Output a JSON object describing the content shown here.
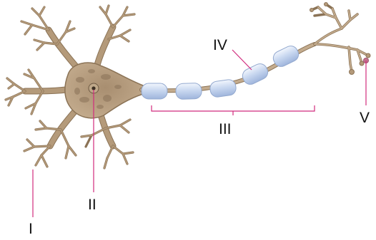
{
  "labels": {
    "dendrites": "I",
    "nucleus": "II",
    "axon": "III",
    "myelin_sheath": "IV",
    "axon_terminal": "V"
  },
  "colors": {
    "neuron_body": "#b49a7a",
    "neuron_outline": "#8b7356",
    "nucleus_texture": "#8a7258",
    "myelin": "#c9d8f0",
    "myelin_outline": "#93a9cf",
    "leader_line": "#d12b7d",
    "text": "#111111"
  }
}
